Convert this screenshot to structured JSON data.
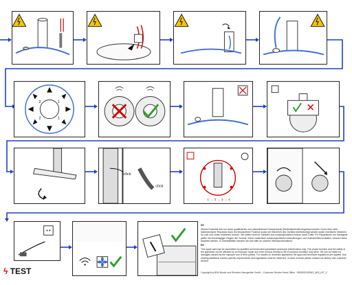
{
  "panels_text": {
    "numbers_two": "2",
    "numbers_one": "1",
    "click_a": "click",
    "click_b": "click",
    "sequence": "1 → 2 → 3 → 4"
  },
  "test_label": "TEST",
  "notes": {
    "de_title": "DE",
    "de_text": "Dieses Ersatzteil darf nur durch qualifiziertes und unterwiesenes Fachpersonal (Elektrofachkraft) eingebaut werden. Durch eine nicht fachmännische Reparatur kann die einwandfreie Funktion sowie die Sicherheit des Gerätes beeinträchtigt werden sowie erhebliche Gefahren für Leib und Leben entstehen können. Wir haften nicht für Schäden aus unsachgemäßem Einbau durch Dritte. Für Reparaturen am Hausgerät gelten die einschlägigen Regeln der Technik. Sofort zusätzliche kundenspezifische Anforderungen und Unterschriften erstatten, müssen diese beachtet werden. In Zweifelsfällen wenden Sie sich bitte an unseren Werkskundendienst.",
    "en_title": "EN",
    "en_text": "This spare part may be assembled by qualified and instructed specialized personnel (electricians) only. The proper function and the safety of the appliance can be affected by an improper repair and even serious threats to life or physical condition may arise. We are not liable for damages caused by the improper use of third parties. For repairs on domestic appliances the approved technical regulations are applied. Any existing additional country specific requirements and regulations must be observed. In case of doubt please contact our factory own customer service.",
    "copyright": "Copyright by BSH Bosch und Siemens Hausgeräte GmbH – Customer Service Head Office - 9000000183943_AB2_KIT_C"
  },
  "colors": {
    "flow_arrow": "#1f3fbf",
    "warning_yellow": "#f5c400",
    "ok_green": "#2e9e2e",
    "error_red": "#d40000",
    "hose_blue": "#3f6fd0"
  },
  "icons": [
    "warning-electric-icon",
    "cross-icon",
    "check-icon",
    "bolt-icon",
    "fan-icon",
    "wifi-icon",
    "socket-icon"
  ]
}
